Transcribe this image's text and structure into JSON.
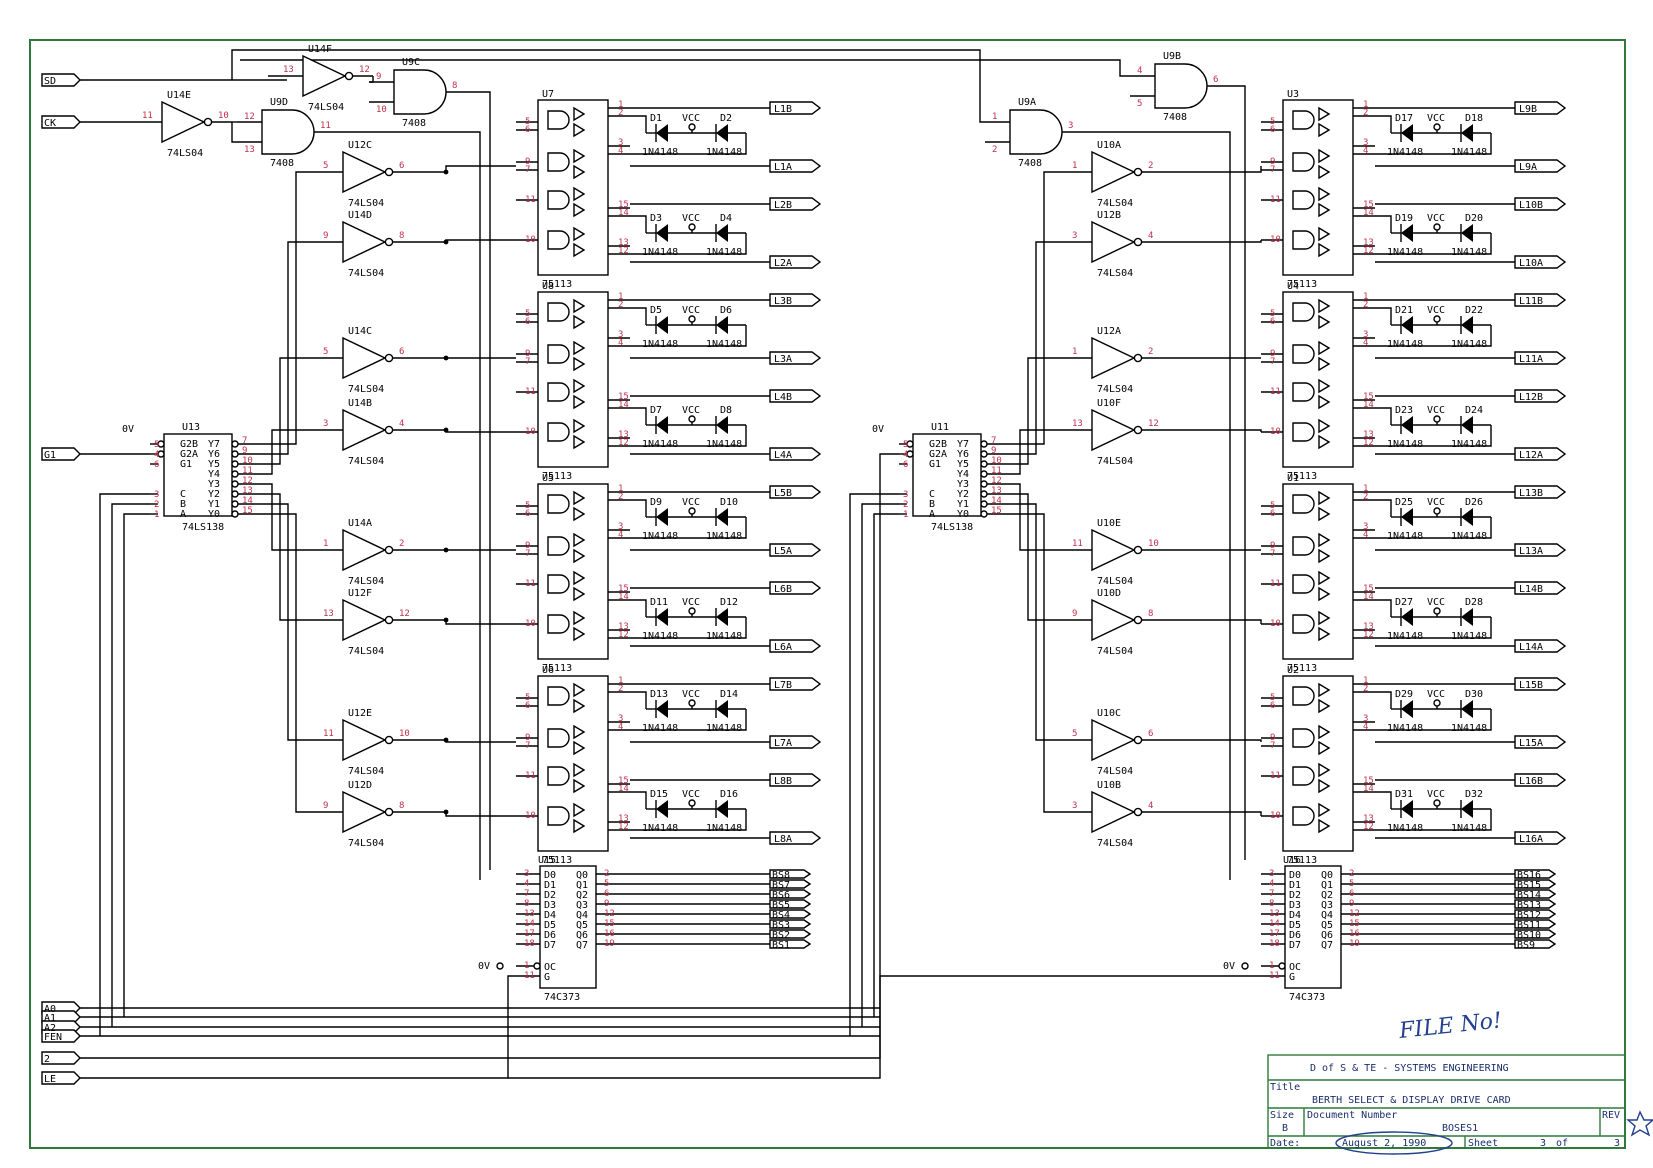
{
  "inputs_left": [
    "SD",
    "CK",
    "G1",
    "A0",
    "A1",
    "A2",
    "FEN",
    "2",
    "LE"
  ],
  "zero_volt": "0V",
  "gates_top": [
    {
      "ref": "U14E",
      "part": "74LS04",
      "in": "11",
      "out": "10"
    },
    {
      "ref": "U14F",
      "part": "74LS04",
      "in": "13",
      "out": "12"
    },
    {
      "ref": "U9D",
      "part": "7408",
      "in": [
        "12",
        "13"
      ],
      "out": "11"
    },
    {
      "ref": "U9C",
      "part": "7408",
      "in": [
        "9",
        "10"
      ],
      "out": "8"
    },
    {
      "ref": "U9B",
      "part": "7408",
      "in": [
        "4",
        "5"
      ],
      "out": "6"
    },
    {
      "ref": "U9A",
      "part": "7408",
      "in": [
        "1",
        "2"
      ],
      "out": "3"
    }
  ],
  "inv_left": [
    {
      "ref": "U12C",
      "part": "74LS04",
      "in": "5",
      "out": "6"
    },
    {
      "ref": "U14D",
      "part": "74LS04",
      "in": "9",
      "out": "8"
    },
    {
      "ref": "U14C",
      "part": "74LS04",
      "in": "5",
      "out": "6"
    },
    {
      "ref": "U14B",
      "part": "74LS04",
      "in": "3",
      "out": "4"
    },
    {
      "ref": "U14A",
      "part": "74LS04",
      "in": "1",
      "out": "2"
    },
    {
      "ref": "U12F",
      "part": "74LS04",
      "in": "13",
      "out": "12"
    },
    {
      "ref": "U12E",
      "part": "74LS04",
      "in": "11",
      "out": "10"
    },
    {
      "ref": "U12D",
      "part": "74LS04",
      "in": "9",
      "out": "8"
    }
  ],
  "inv_right": [
    {
      "ref": "U10A",
      "part": "74LS04",
      "in": "1",
      "out": "2"
    },
    {
      "ref": "U12B",
      "part": "74LS04",
      "in": "3",
      "out": "4"
    },
    {
      "ref": "U12A",
      "part": "74LS04",
      "in": "1",
      "out": "2"
    },
    {
      "ref": "U10F",
      "part": "74LS04",
      "in": "13",
      "out": "12"
    },
    {
      "ref": "U10E",
      "part": "74LS04",
      "in": "11",
      "out": "10"
    },
    {
      "ref": "U10D",
      "part": "74LS04",
      "in": "9",
      "out": "8"
    },
    {
      "ref": "U10C",
      "part": "74LS04",
      "in": "5",
      "out": "6"
    },
    {
      "ref": "U10B",
      "part": "74LS04",
      "in": "3",
      "out": "4"
    }
  ],
  "decoders": [
    {
      "ref": "U13",
      "part": "74LS138",
      "left": [
        "G2B",
        "G2A",
        "G1",
        "C",
        "B",
        "A"
      ],
      "left_pins": [
        "5",
        "4",
        "6",
        "3",
        "2",
        "1"
      ],
      "right": [
        "Y7",
        "Y6",
        "Y5",
        "Y4",
        "Y3",
        "Y2",
        "Y1",
        "Y0"
      ],
      "right_pins": [
        "7",
        "9",
        "10",
        "11",
        "12",
        "13",
        "14",
        "15"
      ]
    },
    {
      "ref": "U11",
      "part": "74LS138",
      "left": [
        "G2B",
        "G2A",
        "G1",
        "C",
        "B",
        "A"
      ],
      "left_pins": [
        "5",
        "4",
        "6",
        "3",
        "2",
        "1"
      ],
      "right": [
        "Y7",
        "Y6",
        "Y5",
        "Y4",
        "Y3",
        "Y2",
        "Y1",
        "Y0"
      ],
      "right_pins": [
        "7",
        "9",
        "10",
        "11",
        "12",
        "13",
        "14",
        "15"
      ]
    }
  ],
  "drivers_left": [
    {
      "ref": "U7",
      "part": "75113",
      "outputs": [
        "L1B",
        "L1A",
        "L2B",
        "L2A"
      ],
      "diodes": [
        "D1",
        "D2",
        "D3",
        "D4"
      ]
    },
    {
      "ref": "U8",
      "part": "75113",
      "outputs": [
        "L3B",
        "L3A",
        "L4B",
        "L4A"
      ],
      "diodes": [
        "D5",
        "D6",
        "D7",
        "D8"
      ]
    },
    {
      "ref": "U5",
      "part": "75113",
      "outputs": [
        "L5B",
        "L5A",
        "L6B",
        "L6A"
      ],
      "diodes": [
        "D9",
        "D10",
        "D11",
        "D12"
      ]
    },
    {
      "ref": "U6",
      "part": "75113",
      "outputs": [
        "L7B",
        "L7A",
        "L8B",
        "L8A"
      ],
      "diodes": [
        "D13",
        "D14",
        "D15",
        "D16"
      ]
    }
  ],
  "drivers_right": [
    {
      "ref": "U3",
      "part": "75113",
      "outputs": [
        "L9B",
        "L9A",
        "L10B",
        "L10A"
      ],
      "diodes": [
        "D17",
        "D18",
        "D19",
        "D20"
      ]
    },
    {
      "ref": "U4",
      "part": "75113",
      "outputs": [
        "L11B",
        "L11A",
        "L12B",
        "L12A"
      ],
      "diodes": [
        "D21",
        "D22",
        "D23",
        "D24"
      ]
    },
    {
      "ref": "U1",
      "part": "75113",
      "outputs": [
        "L13B",
        "L13A",
        "L14B",
        "L14A"
      ],
      "diodes": [
        "D25",
        "D26",
        "D27",
        "D28"
      ]
    },
    {
      "ref": "U2",
      "part": "75113",
      "outputs": [
        "L15B",
        "L15A",
        "L16B",
        "L16A"
      ],
      "diodes": [
        "D29",
        "D30",
        "D31",
        "D32"
      ]
    }
  ],
  "driver_pins": {
    "in": [
      "5",
      "6",
      "9",
      "7",
      "11",
      "10"
    ],
    "out": [
      "1",
      "2",
      "3",
      "4",
      "15",
      "14",
      "13",
      "12"
    ]
  },
  "diode_part": "1N4148",
  "vcc": "VCC",
  "latches": [
    {
      "ref": "U15",
      "part": "74C373",
      "outputs": [
        "BS8",
        "BS7",
        "BS6",
        "BS5",
        "BS4",
        "BS3",
        "BS2",
        "BS1"
      ]
    },
    {
      "ref": "U16",
      "part": "74C373",
      "outputs": [
        "BS16",
        "BS15",
        "BS14",
        "BS13",
        "BS12",
        "BS11",
        "BS10",
        "BS9"
      ]
    }
  ],
  "latch_left": [
    "D0",
    "D1",
    "D2",
    "D3",
    "D4",
    "D5",
    "D6",
    "D7",
    "OC",
    "G"
  ],
  "latch_right": [
    "Q0",
    "Q1",
    "Q2",
    "Q3",
    "Q4",
    "Q5",
    "Q6",
    "Q7"
  ],
  "latch_in_pins": [
    "3",
    "4",
    "7",
    "8",
    "13",
    "14",
    "17",
    "18",
    "1",
    "11"
  ],
  "latch_out_pins": [
    "2",
    "5",
    "6",
    "9",
    "12",
    "15",
    "16",
    "19"
  ],
  "annotation": "FILE No!",
  "title_block": {
    "company": "D of S & TE - SYSTEMS ENGINEERING",
    "title_label": "Title",
    "title": "BERTH SELECT & DISPLAY DRIVE CARD",
    "size_label": "Size",
    "size": "B",
    "docnum_label": "Document Number",
    "docnum": "BOSES1",
    "rev_label": "REV",
    "date_label": "Date:",
    "date": "August  2, 1990",
    "sheet_label": "Sheet",
    "sheet": "3",
    "of_label": "of",
    "of": "3"
  }
}
